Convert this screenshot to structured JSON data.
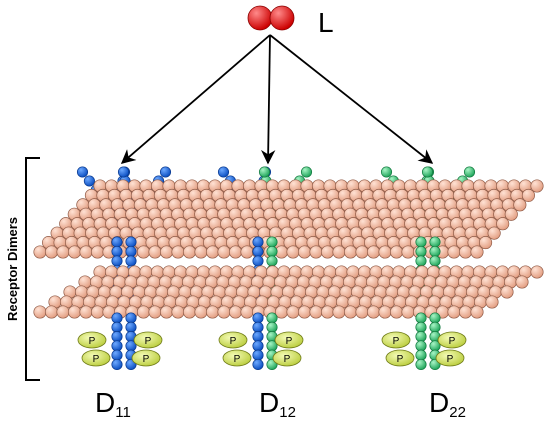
{
  "ligand": {
    "label": "L",
    "color": "#ff0000"
  },
  "side_label": "Receptor Dimers",
  "colors": {
    "lipid": "#f2b9a1",
    "lipid_stroke": "#8f5a46",
    "receptor_1": "#1565e6",
    "receptor_2": "#3ccf7a",
    "phosphate": "#d9e86a"
  },
  "phosphate_label": "P",
  "dimers": [
    {
      "id": "D11",
      "main": "D",
      "sub": "11",
      "left_receptor": "1",
      "right_receptor": "1"
    },
    {
      "id": "D12",
      "main": "D",
      "sub": "12",
      "left_receptor": "1",
      "right_receptor": "2"
    },
    {
      "id": "D22",
      "main": "D",
      "sub": "22",
      "left_receptor": "2",
      "right_receptor": "2"
    }
  ]
}
